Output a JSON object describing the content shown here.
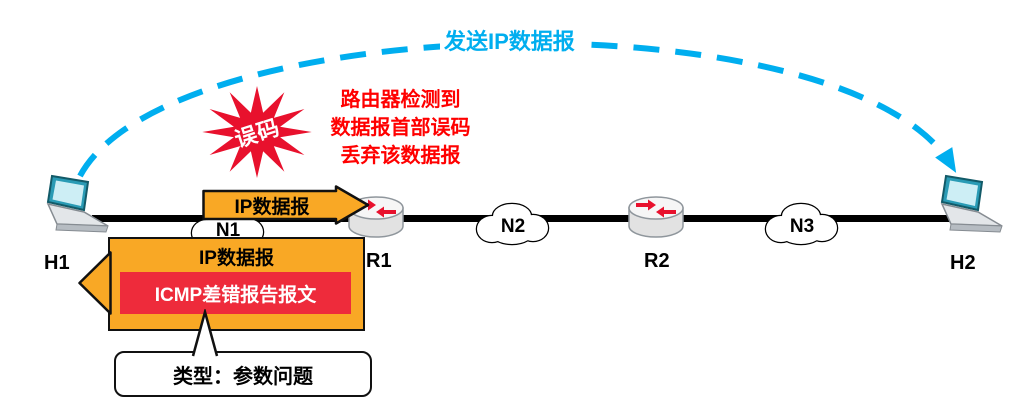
{
  "arc": {
    "label": "发送IP数据报"
  },
  "error_note": {
    "line1": "路由器检测到",
    "line2": "数据报首部误码",
    "line3": "丢弃该数据报"
  },
  "starburst": {
    "label": "误码"
  },
  "datagram_arrow": {
    "label": "IP数据报"
  },
  "icmp_packet": {
    "outer_label": "IP数据报",
    "inner_label": "ICMP差错报告报文"
  },
  "callout": {
    "label": "类型：参数问题"
  },
  "nodes": {
    "h1": "H1",
    "h2": "H2",
    "r1": "R1",
    "r2": "R2",
    "n1": "N1",
    "n2": "N2",
    "n3": "N3"
  },
  "colors": {
    "arc_cyan": "#00AEEF",
    "error_red": "#FF0000",
    "starburst_red": "#E8112D",
    "packet_orange": "#F9A825",
    "icmp_red": "#EE2B3B",
    "line_black": "#000000"
  }
}
